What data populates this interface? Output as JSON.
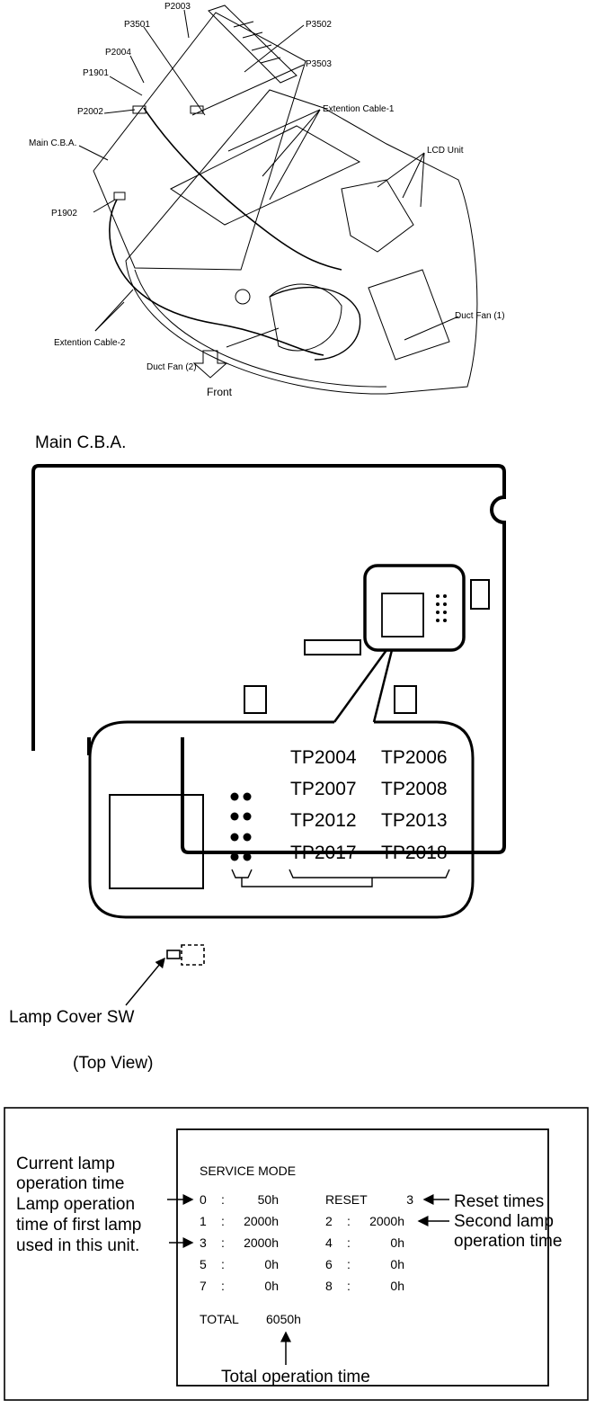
{
  "exploded_view": {
    "labels": {
      "p2003": "P2003",
      "p3501": "P3501",
      "p2004": "P2004",
      "p1901": "P1901",
      "p2002": "P2002",
      "main_cba": "Main C.B.A.",
      "p1902": "P1902",
      "p3502": "P3502",
      "p3503": "P3503",
      "extention_cable_1": "Extention Cable-1",
      "lcd_unit": "LCD Unit",
      "duct_fan_1": "Duct Fan (1)",
      "duct_fan_2": "Duct Fan (2)",
      "extention_cable_2": "Extention Cable-2",
      "front": "Front"
    }
  },
  "board_view": {
    "title": "Main C.B.A.",
    "test_points": [
      [
        "TP2004",
        "TP2006"
      ],
      [
        "TP2007",
        "TP2008"
      ],
      [
        "TP2012",
        "TP2013"
      ],
      [
        "TP2017",
        "TP2018"
      ]
    ],
    "lamp_cover_sw": "Lamp Cover SW",
    "caption": "(Top View)"
  },
  "service_mode": {
    "title": "SERVICE MODE",
    "rows": [
      {
        "l_idx": "0",
        "l_val": "50h",
        "r_idx": "RESET",
        "r_val": "3"
      },
      {
        "l_idx": "1",
        "l_val": "2000h",
        "r_idx": "2",
        "r_val": "2000h"
      },
      {
        "l_idx": "3",
        "l_val": "2000h",
        "r_idx": "4",
        "r_val": "0h"
      },
      {
        "l_idx": "5",
        "l_val": "0h",
        "r_idx": "6",
        "r_val": "0h"
      },
      {
        "l_idx": "7",
        "l_val": "0h",
        "r_idx": "8",
        "r_val": "0h"
      }
    ],
    "total_label": "TOTAL",
    "total_value": "6050h",
    "annotations": {
      "current_lamp_line1": "Current lamp",
      "current_lamp_line2": "operation time",
      "first_lamp_line1": "Lamp operation",
      "first_lamp_line2": "time of first lamp",
      "first_lamp_line3": "used in this unit.",
      "reset_times": "Reset times",
      "second_lamp_line1": "Second lamp",
      "second_lamp_line2": "operation time",
      "total_operation": "Total operation time"
    }
  }
}
